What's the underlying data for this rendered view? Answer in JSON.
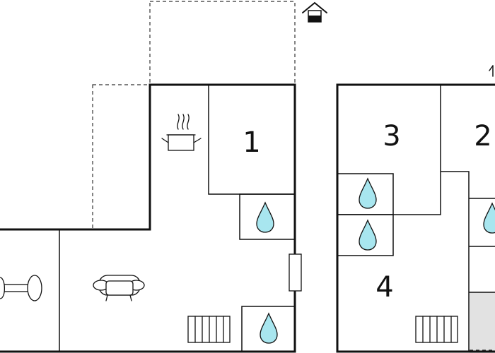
{
  "rooms": [
    {
      "label": "1"
    },
    {
      "label": "2"
    },
    {
      "label": "3"
    },
    {
      "label": "4"
    }
  ],
  "colors": {
    "terrace_dark": "#b4b4b4",
    "terrace_light": "#e2e2e2",
    "water_drop": "#a8e6ef",
    "walls": "#111111"
  },
  "icons": [
    "house-entrance-icon",
    "cooking-pot-icon",
    "water-drop-icon",
    "sofa-icon",
    "dumbbell-icon",
    "radiator-icon",
    "north-arrow-icon"
  ]
}
